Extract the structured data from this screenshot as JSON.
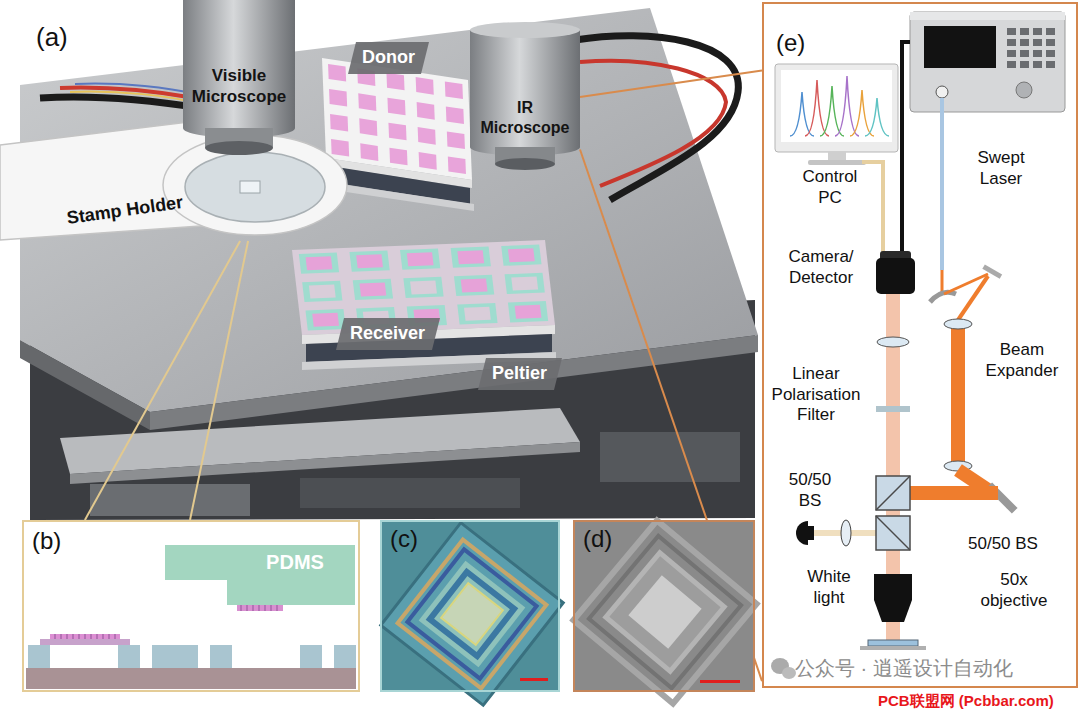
{
  "diagram": {
    "nodes": [
      {
        "text": [
          "Visible Microscope"
        ]
      },
      {
        "text": [
          "Donor"
        ]
      },
      {
        "text": [
          "IR Microscope"
        ]
      },
      {
        "text": [
          "Stamp Holder"
        ]
      },
      {
        "text": [
          "Receiver"
        ]
      },
      {
        "text": [
          "Peltier"
        ]
      },
      {
        "text": [
          "(b)"
        ]
      },
      {
        "text": [
          "PDMS"
        ],
        "in": 6
      },
      {
        "text": [
          "(c)"
        ]
      },
      {
        "text": [
          "(d)"
        ]
      },
      {
        "text": [
          "(e)",
          "Control PC",
          "Swept Laser",
          "Camera/ Detector",
          "Beam Expander",
          "Linear Polarisation Filter",
          "50/50 BS",
          "50/50 BS",
          "White light",
          "50x objective"
        ]
      }
    ],
    "edges": [
      {
        "from": 3,
        "to": 6,
        "arrow": "none"
      },
      {
        "from": 3,
        "to": 6,
        "arrow": "none"
      },
      {
        "from": 2,
        "to": 10,
        "arrow": "none"
      },
      {
        "from": 2,
        "to": 10,
        "arrow": "none"
      }
    ],
    "labels": [
      "(a)",
      "公众号 · 逍遥设计自动化",
      "PCB联盟网 (Pcbbar.com)"
    ]
  }
}
